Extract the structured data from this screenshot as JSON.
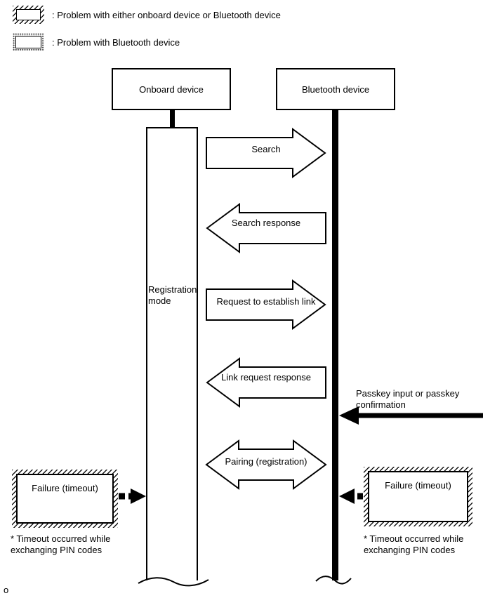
{
  "legend": {
    "items": [
      {
        "name": "problem-either-device",
        "pattern": "diagonal-hatch",
        "label": ": Problem with either onboard device or Bluetooth device"
      },
      {
        "name": "problem-bluetooth-device",
        "pattern": "dotted-hatch",
        "label": ": Problem with Bluetooth device"
      }
    ]
  },
  "devices": {
    "onboard": {
      "label": "Onboard device"
    },
    "bluetooth": {
      "label": "Bluetooth device"
    }
  },
  "lifeline": {
    "registration_mode_label": "Registration mode"
  },
  "messages": [
    {
      "label": "Search",
      "direction": "right",
      "from": "Onboard device",
      "to": "Bluetooth device"
    },
    {
      "label": "Search response",
      "direction": "left",
      "from": "Bluetooth device",
      "to": "Onboard device"
    },
    {
      "label": "Request to establish link",
      "direction": "right",
      "from": "Onboard device",
      "to": "Bluetooth device"
    },
    {
      "label": "Link request response",
      "direction": "left",
      "from": "Bluetooth device",
      "to": "Onboard device"
    },
    {
      "label": "Pairing (registration)",
      "direction": "both",
      "from": "Onboard device",
      "to": "Bluetooth device"
    }
  ],
  "passkey": {
    "label": "Passkey input or passkey confirmation",
    "direction": "left",
    "to": "Bluetooth device"
  },
  "failures": {
    "left": {
      "box_label": "Failure (timeout)",
      "note": "* Timeout occurred while exchanging PIN codes",
      "pattern": "diagonal-hatch",
      "arrow_direction": "right"
    },
    "right": {
      "box_label": "Failure (timeout)",
      "note": "* Timeout occurred while exchanging PIN codes",
      "pattern": "diagonal-hatch",
      "arrow_direction": "left"
    }
  },
  "page": {
    "origin_mark": "o"
  },
  "colors": {
    "ink": "#000000",
    "background": "#ffffff"
  }
}
